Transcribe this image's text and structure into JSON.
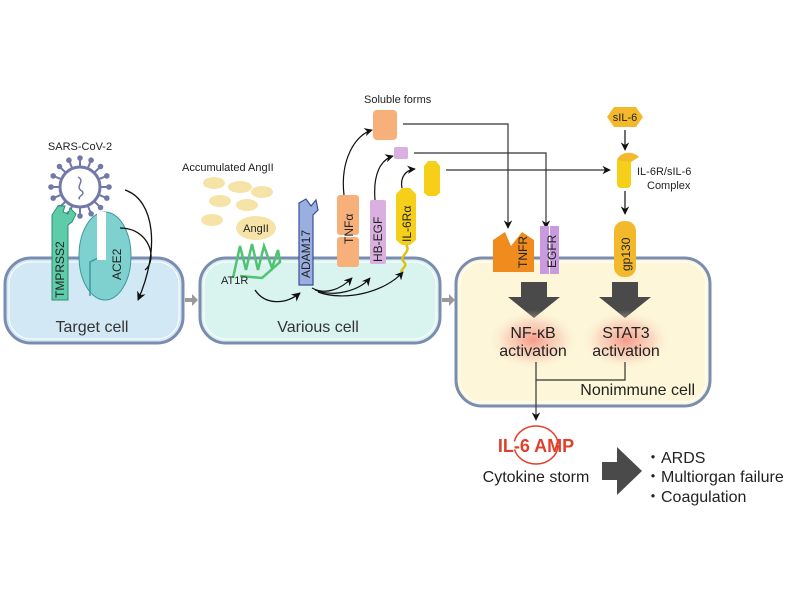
{
  "title": "SARS-CoV-2 induced IL-6 amplifier pathway",
  "labels": {
    "virus": "SARS-CoV-2",
    "accumulated_angii": "Accumulated AngII",
    "angii": "AngII",
    "at1r": "AT1R",
    "tmprss2": "TMPRSS2",
    "ace2": "ACE2",
    "adam17": "ADAM17",
    "tnfa": "TNFα",
    "hb_egf": "HB-EGF",
    "il6ra": "IL-6Rα",
    "soluble_forms": "Soluble forms",
    "sil6": "sIL-6",
    "complex_line1": "IL-6R/sIL-6",
    "complex_line2": "Complex",
    "tnfr": "TNFR",
    "egfr": "EGFR",
    "gp130": "gp130",
    "nfkb_line1": "NF-κB",
    "nfkb_line2": "activation",
    "stat3_line1": "STAT3",
    "stat3_line2": "activation",
    "il6_amp": "IL-6 AMP",
    "cytokine_storm": "Cytokine storm"
  },
  "cells": {
    "target": "Target cell",
    "various": "Various cell",
    "nonimmune": "Nonimmune cell"
  },
  "outcomes": [
    "・ARDS",
    "・Multiorgan failure",
    "・Coagulation"
  ],
  "colors": {
    "target_cell": "#d3e8f5",
    "various_cell": "#d9f3ee",
    "nonimmune_cell": "#fdf6d8",
    "membrane": "#7a8db0",
    "tmprss2": "#5ecba9",
    "ace2": "#7fd1d0",
    "virus": "#7278a8",
    "at1r": "#4cc472",
    "angii": "#f6e3a8",
    "adam17": "#9aaee0",
    "tnfa": "#f7b07a",
    "hb_egf": "#d9b0e0",
    "il6": "#f5cf1a",
    "tnfr": "#f08c1e",
    "egfr": "#c99add",
    "gp130": "#f3b92b",
    "arrow_big": "#4a4a4a",
    "amp_red": "#e0402a"
  }
}
